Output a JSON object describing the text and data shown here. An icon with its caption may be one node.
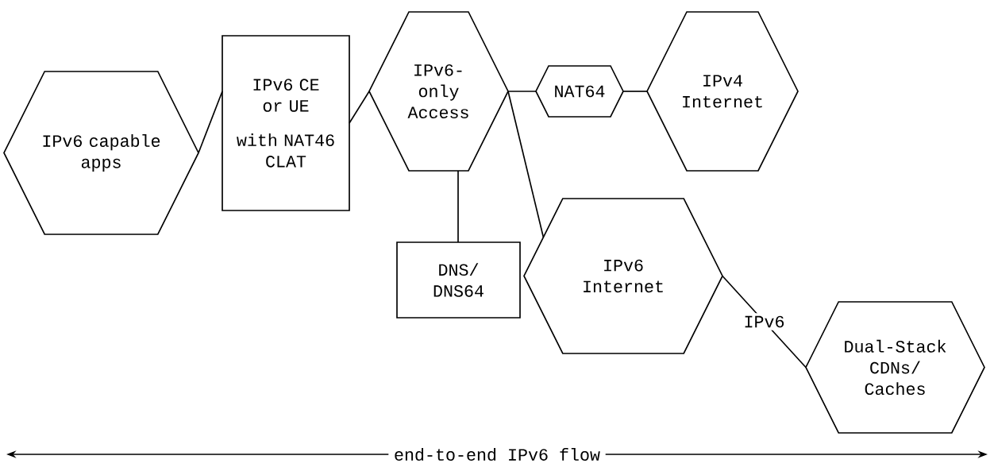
{
  "diagram": {
    "nodes": [
      {
        "text": [
          "IPv6 capable apps"
        ]
      },
      {
        "text": [
          "IPv6 CE or UE",
          "with NAT46 CLAT"
        ]
      },
      {
        "text": [
          "IPv6-only Access"
        ]
      },
      {
        "text": [
          "NAT64"
        ]
      },
      {
        "text": [
          "IPv4 Internet"
        ]
      },
      {
        "text": [
          "DNS/ DNS64"
        ]
      },
      {
        "text": [
          "IPv6 Internet"
        ]
      },
      {
        "text": [
          "Dual-Stack CDNs/ Caches"
        ]
      }
    ],
    "edges": [
      {
        "from": 0,
        "to": 1,
        "arrow": "none"
      },
      {
        "from": 1,
        "to": 2,
        "arrow": "none"
      },
      {
        "from": 2,
        "to": 3,
        "arrow": "none"
      },
      {
        "from": 3,
        "to": 4,
        "arrow": "none"
      },
      {
        "from": 2,
        "to": 5,
        "arrow": "none"
      },
      {
        "from": 2,
        "to": 6,
        "arrow": "none"
      },
      {
        "from": 6,
        "to": 7,
        "arrow": "none",
        "label": "IPv6"
      }
    ],
    "labels": [
      "end-to-end IPv6 flow"
    ]
  }
}
